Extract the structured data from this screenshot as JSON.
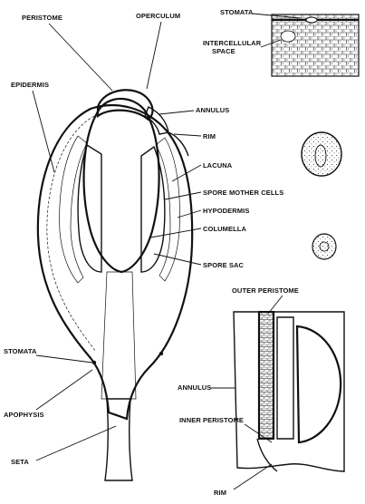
{
  "diagram": {
    "labels": {
      "peristome": "PERISTOME",
      "operculum": "OPERCULUM",
      "stomata_top": "STOMATA",
      "intercellular_space_1": "INTERCELLULAR",
      "intercellular_space_2": "SPACE",
      "epidermis": "EPIDERMIS",
      "annulus": "ANNULUS",
      "rim": "RIM",
      "lacuna": "LACUNA",
      "spore_mother_cells": "SPORE MOTHER CELLS",
      "hypodermis": "HYPODERMIS",
      "columella": "COLUMELLA",
      "spore_sac": "SPORE SAC",
      "outer_peristome": "OUTER PERISTOME",
      "stomata_left": "STOMATA",
      "annulus_detail": "ANNULUS",
      "apophysis": "APOPHYSIS",
      "inner_peristome": "INNER  PERISTOME",
      "seta": "SETA",
      "rim_detail": "RIM"
    }
  }
}
